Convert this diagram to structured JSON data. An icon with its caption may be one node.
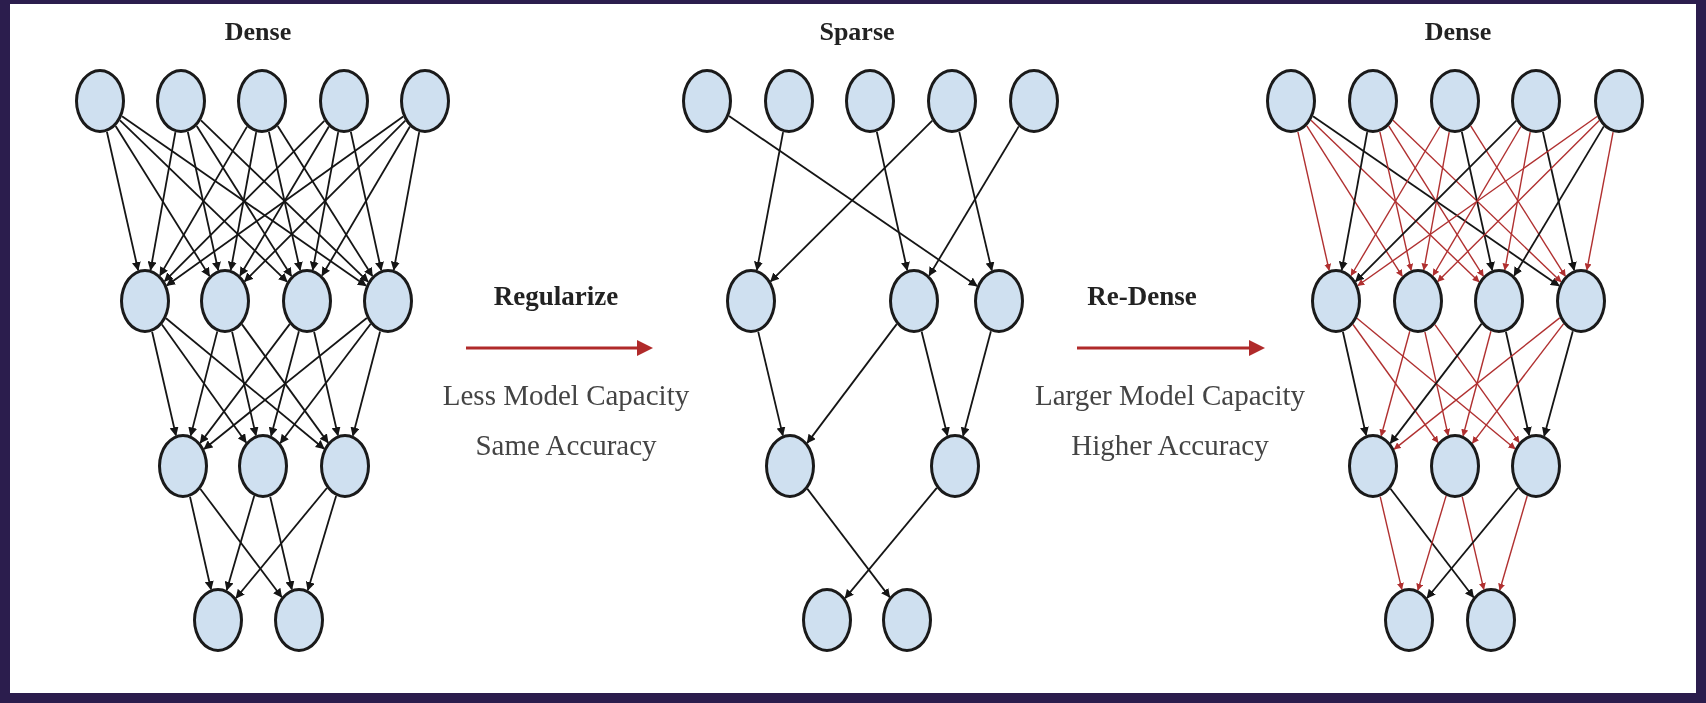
{
  "diagram": {
    "nodes": [
      {
        "text": [],
        "shape": "circle"
      },
      {
        "text": [],
        "shape": "circle"
      },
      {
        "text": [],
        "shape": "circle"
      },
      {
        "text": [],
        "shape": "circle"
      },
      {
        "text": [],
        "shape": "circle"
      },
      {
        "text": [],
        "shape": "circle"
      },
      {
        "text": [],
        "shape": "circle"
      },
      {
        "text": [],
        "shape": "circle"
      },
      {
        "text": [],
        "shape": "circle"
      },
      {
        "text": [],
        "shape": "circle"
      },
      {
        "text": [],
        "shape": "circle"
      },
      {
        "text": [],
        "shape": "circle"
      },
      {
        "text": [],
        "shape": "circle"
      },
      {
        "text": [],
        "shape": "circle"
      },
      {
        "text": [],
        "shape": "circle"
      },
      {
        "text": [],
        "shape": "circle"
      },
      {
        "text": [],
        "shape": "circle"
      },
      {
        "text": [],
        "shape": "circle"
      },
      {
        "text": [],
        "shape": "circle"
      },
      {
        "text": [],
        "shape": "circle"
      },
      {
        "text": [],
        "shape": "circle"
      },
      {
        "text": [],
        "shape": "circle"
      },
      {
        "text": [],
        "shape": "circle"
      },
      {
        "text": [],
        "shape": "circle"
      },
      {
        "text": [],
        "shape": "circle"
      },
      {
        "text": [],
        "shape": "circle"
      },
      {
        "text": [],
        "shape": "circle"
      },
      {
        "text": [],
        "shape": "circle"
      },
      {
        "text": [],
        "shape": "circle"
      },
      {
        "text": [],
        "shape": "circle"
      },
      {
        "text": [],
        "shape": "circle"
      },
      {
        "text": [],
        "shape": "circle"
      },
      {
        "text": [],
        "shape": "circle"
      },
      {
        "text": [],
        "shape": "circle"
      },
      {
        "text": [],
        "shape": "circle"
      },
      {
        "text": [],
        "shape": "circle"
      },
      {
        "text": [],
        "shape": "circle"
      },
      {
        "text": [],
        "shape": "circle"
      },
      {
        "text": [],
        "shape": "circle"
      },
      {
        "text": [],
        "shape": "circle"
      }
    ],
    "edges": [
      {
        "from": 0,
        "to": 5,
        "arrow": "to"
      },
      {
        "from": 0,
        "to": 6,
        "arrow": "to"
      },
      {
        "from": 0,
        "to": 7,
        "arrow": "to"
      },
      {
        "from": 0,
        "to": 8,
        "arrow": "to"
      },
      {
        "from": 1,
        "to": 5,
        "arrow": "to"
      },
      {
        "from": 1,
        "to": 6,
        "arrow": "to"
      },
      {
        "from": 1,
        "to": 7,
        "arrow": "to"
      },
      {
        "from": 1,
        "to": 8,
        "arrow": "to"
      },
      {
        "from": 2,
        "to": 5,
        "arrow": "to"
      },
      {
        "from": 2,
        "to": 6,
        "arrow": "to"
      },
      {
        "from": 2,
        "to": 7,
        "arrow": "to"
      },
      {
        "from": 2,
        "to": 8,
        "arrow": "to"
      },
      {
        "from": 3,
        "to": 5,
        "arrow": "to"
      },
      {
        "from": 3,
        "to": 6,
        "arrow": "to"
      },
      {
        "from": 3,
        "to": 7,
        "arrow": "to"
      },
      {
        "from": 3,
        "to": 8,
        "arrow": "to"
      },
      {
        "from": 4,
        "to": 5,
        "arrow": "to"
      },
      {
        "from": 4,
        "to": 6,
        "arrow": "to"
      },
      {
        "from": 4,
        "to": 7,
        "arrow": "to"
      },
      {
        "from": 4,
        "to": 8,
        "arrow": "to"
      },
      {
        "from": 5,
        "to": 9,
        "arrow": "to"
      },
      {
        "from": 5,
        "to": 10,
        "arrow": "to"
      },
      {
        "from": 5,
        "to": 11,
        "arrow": "to"
      },
      {
        "from": 6,
        "to": 9,
        "arrow": "to"
      },
      {
        "from": 6,
        "to": 10,
        "arrow": "to"
      },
      {
        "from": 6,
        "to": 11,
        "arrow": "to"
      },
      {
        "from": 7,
        "to": 9,
        "arrow": "to"
      },
      {
        "from": 7,
        "to": 10,
        "arrow": "to"
      },
      {
        "from": 7,
        "to": 11,
        "arrow": "to"
      },
      {
        "from": 8,
        "to": 9,
        "arrow": "to"
      },
      {
        "from": 8,
        "to": 10,
        "arrow": "to"
      },
      {
        "from": 8,
        "to": 11,
        "arrow": "to"
      },
      {
        "from": 9,
        "to": 12,
        "arrow": "to"
      },
      {
        "from": 9,
        "to": 13,
        "arrow": "to"
      },
      {
        "from": 10,
        "to": 12,
        "arrow": "to"
      },
      {
        "from": 10,
        "to": 13,
        "arrow": "to"
      },
      {
        "from": 11,
        "to": 12,
        "arrow": "to"
      },
      {
        "from": 11,
        "to": 13,
        "arrow": "to"
      },
      {
        "from": 14,
        "to": 21,
        "arrow": "to"
      },
      {
        "from": 15,
        "to": 19,
        "arrow": "to"
      },
      {
        "from": 16,
        "to": 20,
        "arrow": "to"
      },
      {
        "from": 17,
        "to": 19,
        "arrow": "to"
      },
      {
        "from": 17,
        "to": 21,
        "arrow": "to"
      },
      {
        "from": 18,
        "to": 20,
        "arrow": "to"
      },
      {
        "from": 19,
        "to": 22,
        "arrow": "to"
      },
      {
        "from": 20,
        "to": 22,
        "arrow": "to"
      },
      {
        "from": 20,
        "to": 23,
        "arrow": "to"
      },
      {
        "from": 21,
        "to": 23,
        "arrow": "to"
      },
      {
        "from": 22,
        "to": 25,
        "arrow": "to"
      },
      {
        "from": 23,
        "to": 24,
        "arrow": "to"
      },
      {
        "from": 26,
        "to": 31,
        "arrow": "to",
        "color": "#b03030"
      },
      {
        "from": 26,
        "to": 32,
        "arrow": "to",
        "color": "#b03030"
      },
      {
        "from": 26,
        "to": 33,
        "arrow": "to",
        "color": "#b03030"
      },
      {
        "from": 26,
        "to": 34,
        "arrow": "to"
      },
      {
        "from": 27,
        "to": 31,
        "arrow": "to"
      },
      {
        "from": 27,
        "to": 32,
        "arrow": "to",
        "color": "#b03030"
      },
      {
        "from": 27,
        "to": 33,
        "arrow": "to",
        "color": "#b03030"
      },
      {
        "from": 27,
        "to": 34,
        "arrow": "to",
        "color": "#b03030"
      },
      {
        "from": 28,
        "to": 31,
        "arrow": "to",
        "color": "#b03030"
      },
      {
        "from": 28,
        "to": 32,
        "arrow": "to",
        "color": "#b03030"
      },
      {
        "from": 28,
        "to": 33,
        "arrow": "to"
      },
      {
        "from": 28,
        "to": 34,
        "arrow": "to",
        "color": "#b03030"
      },
      {
        "from": 29,
        "to": 31,
        "arrow": "to"
      },
      {
        "from": 29,
        "to": 32,
        "arrow": "to",
        "color": "#b03030"
      },
      {
        "from": 29,
        "to": 33,
        "arrow": "to",
        "color": "#b03030"
      },
      {
        "from": 29,
        "to": 34,
        "arrow": "to"
      },
      {
        "from": 30,
        "to": 31,
        "arrow": "to",
        "color": "#b03030"
      },
      {
        "from": 30,
        "to": 32,
        "arrow": "to",
        "color": "#b03030"
      },
      {
        "from": 30,
        "to": 33,
        "arrow": "to"
      },
      {
        "from": 30,
        "to": 34,
        "arrow": "to",
        "color": "#b03030"
      },
      {
        "from": 31,
        "to": 35,
        "arrow": "to"
      },
      {
        "from": 31,
        "to": 36,
        "arrow": "to",
        "color": "#b03030"
      },
      {
        "from": 31,
        "to": 37,
        "arrow": "to",
        "color": "#b03030"
      },
      {
        "from": 32,
        "to": 35,
        "arrow": "to",
        "color": "#b03030"
      },
      {
        "from": 32,
        "to": 36,
        "arrow": "to",
        "color": "#b03030"
      },
      {
        "from": 32,
        "to": 37,
        "arrow": "to",
        "color": "#b03030"
      },
      {
        "from": 33,
        "to": 35,
        "arrow": "to"
      },
      {
        "from": 33,
        "to": 36,
        "arrow": "to",
        "color": "#b03030"
      },
      {
        "from": 33,
        "to": 37,
        "arrow": "to"
      },
      {
        "from": 34,
        "to": 35,
        "arrow": "to",
        "color": "#b03030"
      },
      {
        "from": 34,
        "to": 36,
        "arrow": "to",
        "color": "#b03030"
      },
      {
        "from": 34,
        "to": 37,
        "arrow": "to"
      },
      {
        "from": 35,
        "to": 38,
        "arrow": "to",
        "color": "#b03030"
      },
      {
        "from": 35,
        "to": 39,
        "arrow": "to"
      },
      {
        "from": 36,
        "to": 38,
        "arrow": "to",
        "color": "#b03030"
      },
      {
        "from": 36,
        "to": 39,
        "arrow": "to",
        "color": "#b03030"
      },
      {
        "from": 37,
        "to": 38,
        "arrow": "to"
      },
      {
        "from": 37,
        "to": 39,
        "arrow": "to",
        "color": "#b03030"
      }
    ],
    "labels": [
      "Dense",
      "Sparse",
      "Dense",
      "Regularize",
      "Less Model Capacity",
      "Same Accuracy",
      "Re-Dense",
      "Larger Model Capacity",
      "Higher Accuracy"
    ]
  }
}
